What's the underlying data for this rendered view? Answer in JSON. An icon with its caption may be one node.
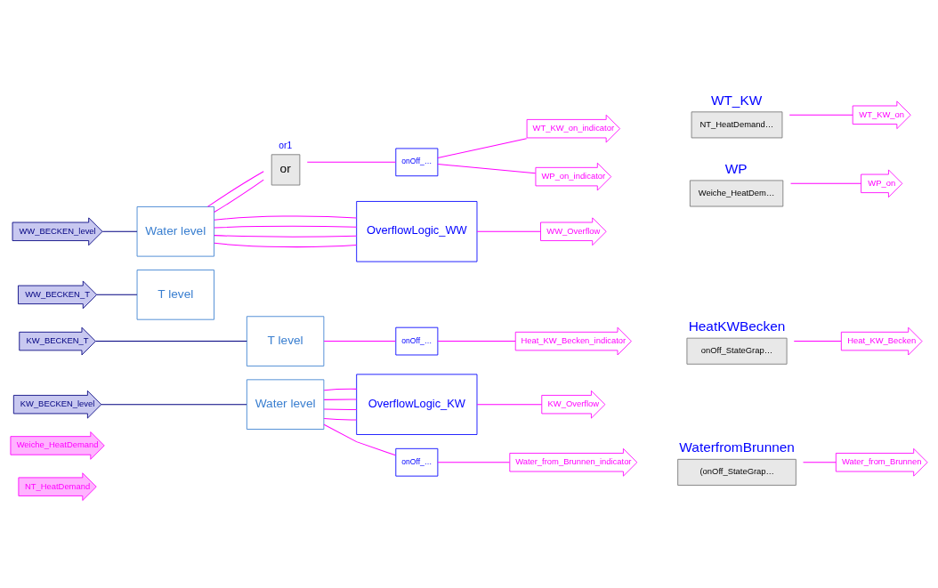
{
  "diagram": {
    "nodes": [
      {
        "text": [
          "NT_HeatDemand"
        ]
      },
      {
        "text": [
          "Weiche_HeatDemand"
        ]
      },
      {
        "text": [
          "KW_BECKEN_level"
        ]
      },
      {
        "text": [
          "Water level"
        ]
      },
      {
        "text": [
          "KW_BECKEN_T"
        ]
      },
      {
        "text": [
          "T level"
        ]
      },
      {
        "text": [
          "WW_BECKEN_T"
        ]
      },
      {
        "text": [
          "T level"
        ]
      },
      {
        "text": [
          "WW_BECKEN_level"
        ]
      },
      {
        "text": [
          "Water level"
        ]
      },
      {
        "text": [
          "OverflowLogic_KW"
        ]
      },
      {
        "text": [
          "or1",
          "or"
        ]
      },
      {
        "text": [
          "onOff_…"
        ]
      },
      {
        "text": [
          "onOff_…"
        ]
      },
      {
        "text": [
          "onOff_…"
        ]
      },
      {
        "text": [
          "OverflowLogic_WW"
        ]
      },
      {
        "text": [
          "WT_KW_on_indicator"
        ]
      },
      {
        "text": [
          "WP_on_indicator"
        ]
      },
      {
        "text": [
          "Water_from_Brunnen_indicator"
        ]
      },
      {
        "text": [
          "Heat_KW_Becken_indicator"
        ]
      },
      {
        "text": [
          "WT_KW",
          "NT_HeatDemand…"
        ]
      },
      {
        "text": [
          "WP",
          "Weiche_HeatDem…"
        ]
      },
      {
        "text": [
          "WaterfromBrunnen",
          "(onOff_StateGrap…"
        ]
      },
      {
        "text": [
          "HeatKWBecken",
          "onOff_StateGrap…"
        ]
      },
      {
        "text": [
          "KW_Overflow"
        ]
      },
      {
        "text": [
          "WT_KW_on"
        ]
      },
      {
        "text": [
          "WP_on"
        ]
      },
      {
        "text": [
          "Water_from_Brunnen"
        ]
      },
      {
        "text": [
          "Heat_KW_Becken"
        ]
      },
      {
        "text": [
          "WW_Overflow"
        ]
      }
    ],
    "edges": [
      {
        "from": 2,
        "to": 3,
        "arrow": "none",
        "color": "#000080"
      },
      {
        "from": 4,
        "to": 5,
        "arrow": "none",
        "color": "#000080"
      },
      {
        "from": 6,
        "to": 7,
        "arrow": "none",
        "color": "#000080"
      },
      {
        "from": 8,
        "to": 9,
        "arrow": "none",
        "color": "#000080"
      },
      {
        "from": 3,
        "to": 10,
        "arrow": "none"
      },
      {
        "from": 3,
        "to": 10,
        "arrow": "none"
      },
      {
        "from": 3,
        "to": 10,
        "arrow": "none"
      },
      {
        "from": 3,
        "to": 10,
        "arrow": "none"
      },
      {
        "from": 3,
        "to": 13,
        "arrow": "none"
      },
      {
        "from": 5,
        "to": 14,
        "arrow": "none"
      },
      {
        "from": 9,
        "to": 11,
        "arrow": "none"
      },
      {
        "from": 9,
        "to": 11,
        "arrow": "none"
      },
      {
        "from": 9,
        "to": 15,
        "arrow": "none"
      },
      {
        "from": 9,
        "to": 15,
        "arrow": "none"
      },
      {
        "from": 9,
        "to": 15,
        "arrow": "none"
      },
      {
        "from": 9,
        "to": 15,
        "arrow": "none"
      },
      {
        "from": 11,
        "to": 12,
        "arrow": "none"
      },
      {
        "from": 12,
        "to": 16,
        "arrow": "none"
      },
      {
        "from": 12,
        "to": 17,
        "arrow": "none"
      },
      {
        "from": 13,
        "to": 18,
        "arrow": "none"
      },
      {
        "from": 14,
        "to": 19,
        "arrow": "none"
      },
      {
        "from": 10,
        "to": 24,
        "arrow": "none"
      },
      {
        "from": 15,
        "to": 29,
        "arrow": "none"
      },
      {
        "from": 20,
        "to": 25,
        "arrow": "none"
      },
      {
        "from": 21,
        "to": 26,
        "arrow": "none"
      },
      {
        "from": 22,
        "to": 27,
        "arrow": "none"
      },
      {
        "from": 23,
        "to": 28,
        "arrow": "none"
      }
    ]
  }
}
